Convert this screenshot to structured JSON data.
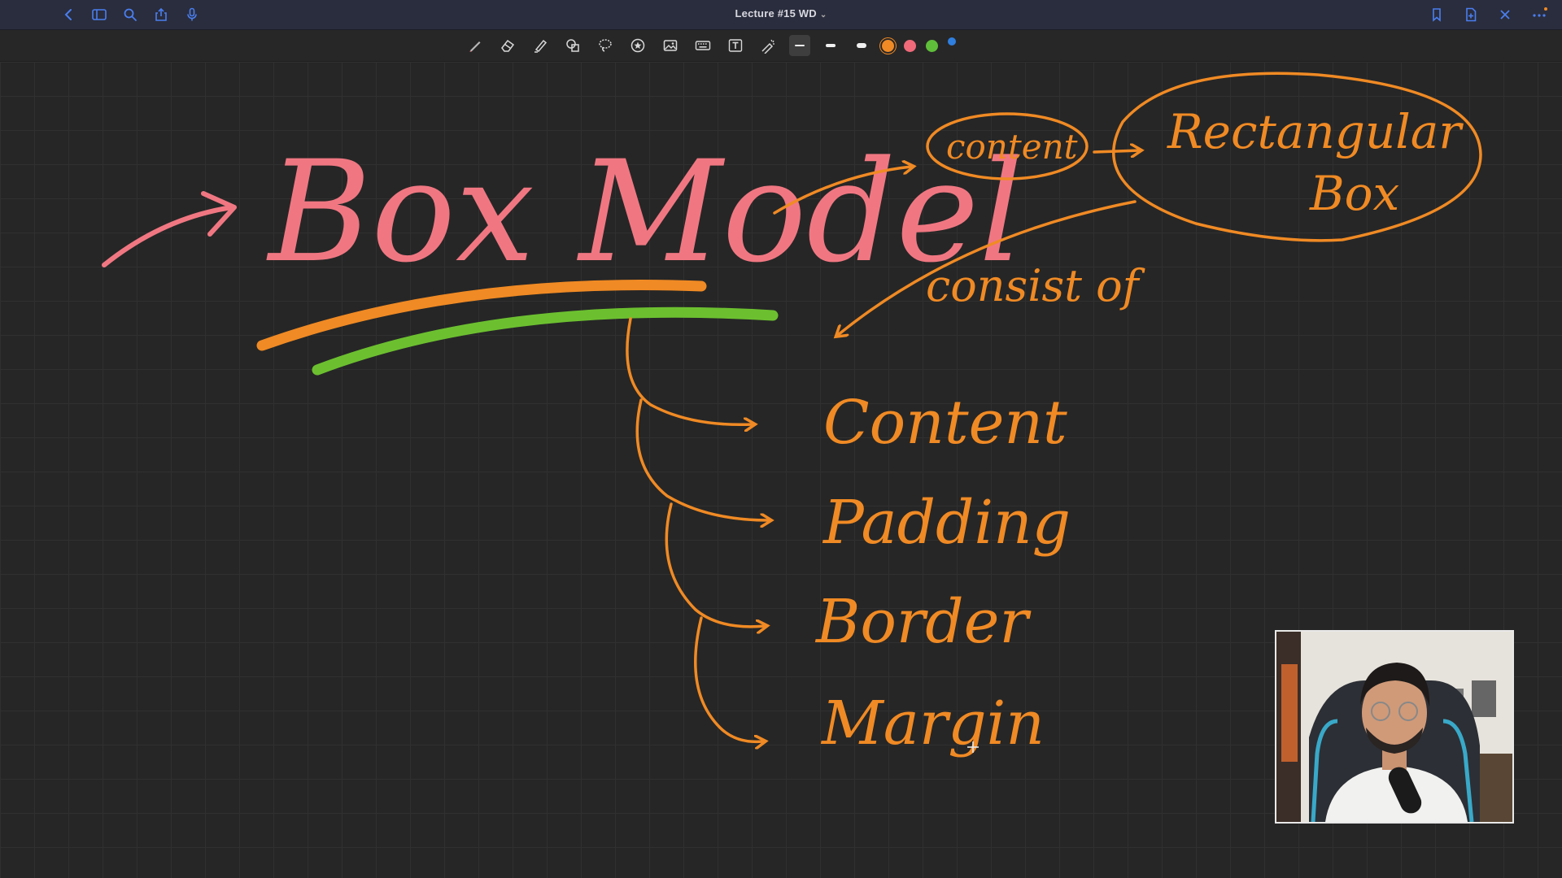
{
  "window": {
    "title": "Lecture #15 WD",
    "title_chevron": "⌄"
  },
  "titlebar": {
    "left_icons": [
      "back-chevron-icon",
      "sidebar-icon",
      "search-icon",
      "share-icon",
      "microphone-icon"
    ],
    "right_icons": [
      "bookmark-icon",
      "add-page-icon",
      "close-icon",
      "more-icon"
    ]
  },
  "toolbar": {
    "tools": [
      "pen-icon",
      "eraser-icon",
      "highlighter-icon",
      "shapes-icon",
      "lasso-icon",
      "sticker-icon",
      "image-icon",
      "keyboard-icon",
      "text-icon",
      "laser-pointer-icon"
    ],
    "stroke_widths": [
      "thin",
      "medium",
      "thick"
    ],
    "colors": [
      "#f08a24",
      "#f06a7a",
      "#5fbf3a",
      "#2f7fe0"
    ],
    "selected_color": "#f08a24"
  },
  "canvas": {
    "colors": {
      "pink": "#f07782",
      "orange": "#f08a24",
      "green": "#6cc030"
    },
    "title_text": "Box Model",
    "content_bubble": "content",
    "rectangular_box": "Rectangular Box",
    "consist_of": "consist of",
    "items": [
      "Content",
      "Padding",
      "Border",
      "Margin"
    ]
  },
  "webcam": {
    "label": "presenter-webcam"
  }
}
